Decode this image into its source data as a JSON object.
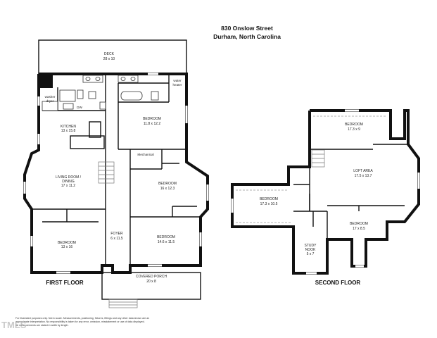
{
  "header": {
    "street": "830 Onslow Street",
    "city": "Durham, North Carolina"
  },
  "first_floor": {
    "title": "FIRST FLOOR",
    "rooms": {
      "deck": {
        "name": "DECK",
        "dims": "28 x 10"
      },
      "water_heater": {
        "line1": "water",
        "line2": "heater"
      },
      "washer_dryer": {
        "line1": "washer",
        "line2": "dryer"
      },
      "dw": {
        "name": "DW"
      },
      "kitchen": {
        "name": "KITCHEN",
        "dims": "13 x 15.8"
      },
      "bedroom_rear": {
        "name": "BEDROOM",
        "dims": "11.8 x 12.2"
      },
      "mechanical": {
        "name": "Mechanical"
      },
      "living": {
        "name": "LIVING ROOM /",
        "name2": "DINING",
        "dims": "17 x 11.2"
      },
      "bedroom_mid": {
        "name": "BEDROOM",
        "dims": "16 x 12.3"
      },
      "bedroom_front_left": {
        "name": "BEDROOM",
        "dims": "13 x 16"
      },
      "foyer": {
        "name": "FOYER",
        "dims": "6 x 11.5"
      },
      "bedroom_front_right": {
        "name": "BEDROOM",
        "dims": "14.6 x 11.5"
      },
      "porch": {
        "name": "COVERED PORCH",
        "dims": "20 x 8"
      }
    }
  },
  "second_floor": {
    "title": "SECOND FLOOR",
    "rooms": {
      "bedroom_top": {
        "name": "BEDROOM",
        "dims": "17.3 x 9"
      },
      "loft": {
        "name": "LOFT AREA",
        "dims": "17.5 x 13.7"
      },
      "bedroom_left": {
        "name": "BEDROOM",
        "dims": "17.3 x 10.5"
      },
      "bedroom_right": {
        "name": "BEDROOM",
        "dims": "17 x 8.5"
      },
      "study": {
        "name": "STUDY",
        "name2": "NOOK",
        "dims": "5 x 7"
      }
    }
  },
  "disclaimer": {
    "line1": "For illustrated purposes only. Not to scale. Measurements, positioning, fixtures, fittings and any other data shown are an",
    "line2": "approximate interpretation. No responsibility is taken for any error, omission, misstatement or use of data displayed.",
    "line3": "All measurements are stated in width by length."
  },
  "watermark": "TMLS"
}
